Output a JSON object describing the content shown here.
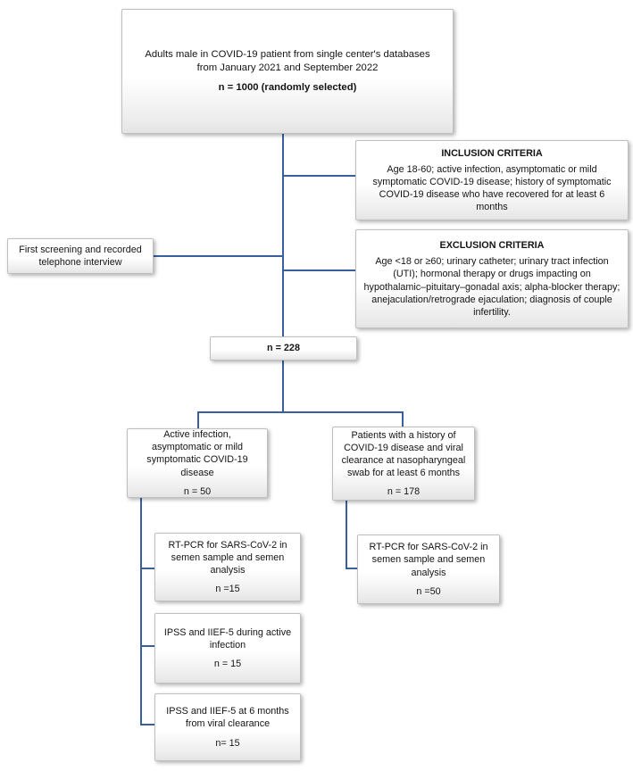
{
  "figure": {
    "type": "flow-diagram",
    "accent_line_color": "#3a5f9e",
    "box_border_color": "#bfbfbf",
    "box_fill_top": "#ffffff",
    "box_fill_bottom": "#e4e4e4"
  },
  "boxes": {
    "source": {
      "body": "Adults male in COVID-19 patient from single center's databases from January 2021 and September 2022",
      "n": "n = 1000 (randomly selected)"
    },
    "inclusion": {
      "title": "INCLUSION CRITERIA",
      "body": "Age 18-60; active infection, asymptomatic or mild symptomatic COVID-19 disease; history of symptomatic COVID-19 disease who have recovered for at least 6 months"
    },
    "exclusion": {
      "title": "EXCLUSION CRITERIA",
      "body": "Age <18 or ≥60; urinary catheter; urinary tract infection (UTI); hormonal therapy or drugs impacting on hypothalamic–pituitary–gonadal axis; alpha-blocker therapy; anejaculation/retrograde ejaculation; diagnosis of couple infertility."
    },
    "screening": {
      "body": "First screening and recorded telephone interview"
    },
    "enrolled": {
      "n": "n = 228"
    },
    "active_infection": {
      "body": "Active infection, asymptomatic or mild symptomatic COVID-19 disease",
      "n": "n = 50"
    },
    "history": {
      "body": "Patients with a history of COVID-19 disease and viral clearance at nasopharyngeal swab for at least 6 months",
      "n": "n = 178"
    },
    "rtpcr_active": {
      "body": "RT-PCR for SARS-CoV-2 in semen sample and semen analysis",
      "n": "n =15"
    },
    "rtpcr_history": {
      "body": "RT-PCR for SARS-CoV-2 in semen sample and semen analysis",
      "n": "n =50"
    },
    "ipss_active": {
      "body": "IPSS and IIEF-5 during active infection",
      "n": "n = 15"
    },
    "ipss_6months": {
      "body": "IPSS and IIEF-5 at 6 months from viral clearance",
      "n": "n= 15"
    }
  }
}
